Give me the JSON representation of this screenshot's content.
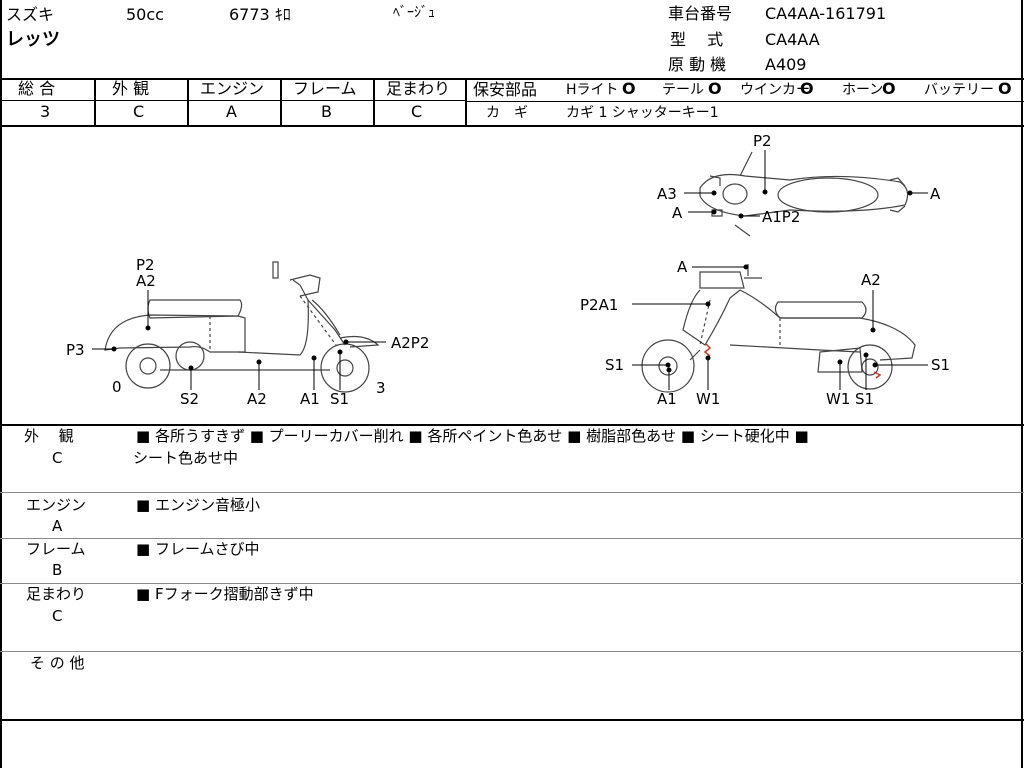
{
  "header": {
    "maker": "スズキ",
    "displacement": "50cc",
    "mileage": "6773 ｷﾛ",
    "color": "ﾍﾞｰｼﾞｭ",
    "model_name": "レッツ",
    "chassis_label": "車台番号",
    "chassis_value": "CA4AA-161791",
    "type_label": "型　 式",
    "type_value": "CA4AA",
    "engine_label": "原 動 機",
    "engine_value": "A409"
  },
  "grades": [
    {
      "label": "総 合",
      "value": "3"
    },
    {
      "label": "外 観",
      "value": "C"
    },
    {
      "label": "エンジン",
      "value": "A"
    },
    {
      "label": "フレーム",
      "value": "B"
    },
    {
      "label": "足まわり",
      "value": "C"
    }
  ],
  "safety": {
    "label": "保安部品",
    "items": [
      {
        "name": "Hライト",
        "mark": "O"
      },
      {
        "name": "テール",
        "mark": "O"
      },
      {
        "name": "ウインカー",
        "mark": "O"
      },
      {
        "name": "ホーン",
        "mark": "O"
      },
      {
        "name": "バッテリー",
        "mark": "O"
      }
    ],
    "key_label": "カ　ギ",
    "key_value": "カギ 1 シャッターキー1"
  },
  "diagram": {
    "side_left_labels": [
      "P2",
      "A2",
      "P3",
      "A2P2",
      "0",
      "S2",
      "A2",
      "A1",
      "S1",
      "3"
    ],
    "top_labels": [
      "P2",
      "A3",
      "A",
      "A",
      "A1P2"
    ],
    "side_right_labels": [
      "A",
      "A2",
      "P2A1",
      "S1",
      "S1",
      "A1",
      "W1",
      "W1",
      "S1"
    ]
  },
  "notes": [
    {
      "category": "外　 観",
      "grade": "C",
      "line1": "■ 各所うすきず ■ プーリーカバー削れ ■ 各所ペイント色あせ ■ 樹脂部色あせ ■ シート硬化中 ■",
      "line2": "シート色あせ中"
    },
    {
      "category": "エンジン",
      "grade": "A",
      "line1": "■ エンジン音極小",
      "line2": ""
    },
    {
      "category": "フレーム",
      "grade": "B",
      "line1": "■ フレームさび中",
      "line2": ""
    },
    {
      "category": "足まわり",
      "grade": "C",
      "line1": "■ Fフォーク摺動部きず中",
      "line2": ""
    }
  ],
  "other": {
    "label": "そ の 他",
    "text": ""
  }
}
